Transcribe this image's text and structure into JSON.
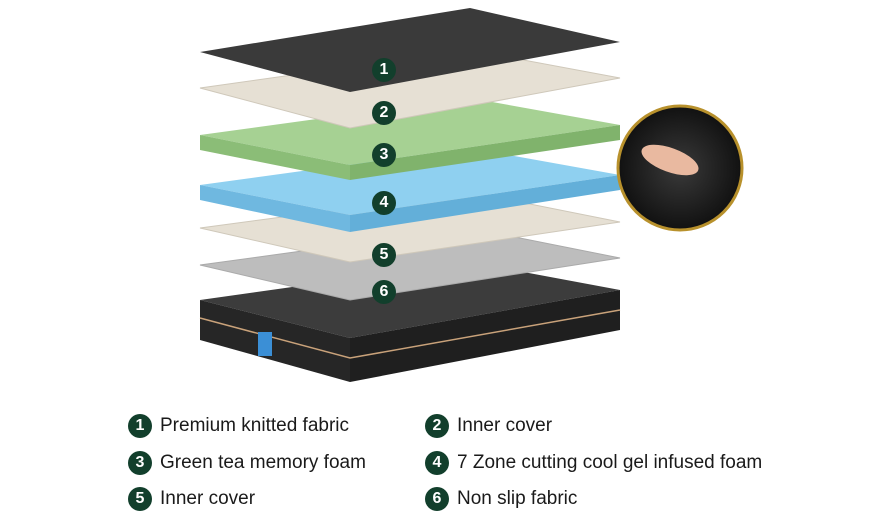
{
  "colors": {
    "badge": "#123f2c",
    "knit": "#3a3a3a",
    "cover": "#e6e0d4",
    "green_tea": "#9cc98a",
    "gel": "#7fc6ea",
    "non_slip": "#bdbdbd",
    "base": "#2b2b2b",
    "inset_border": "#b8912c"
  },
  "layers": [
    {
      "number": "1",
      "label": "Premium knitted fabric"
    },
    {
      "number": "2",
      "label": "Inner cover"
    },
    {
      "number": "3",
      "label": "Green tea memory foam"
    },
    {
      "number": "4",
      "label": "7 Zone cutting cool gel infused foam"
    },
    {
      "number": "5",
      "label": "Inner cover"
    },
    {
      "number": "6",
      "label": "Non slip fabric"
    }
  ]
}
